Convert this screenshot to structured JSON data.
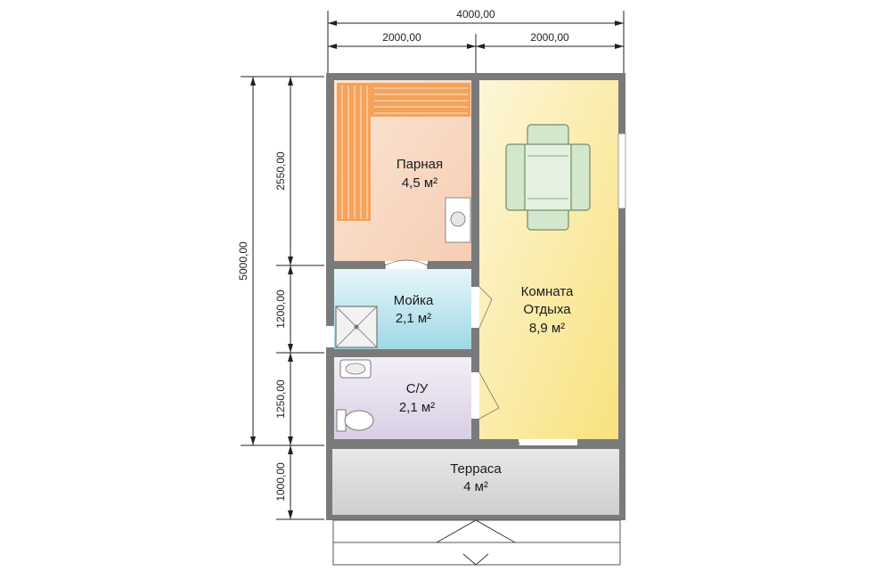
{
  "dimensions": {
    "total_width": "4000,00",
    "left_half_width": "2000,00",
    "right_half_width": "2000,00",
    "total_height": "5000,00",
    "steam_room_height": "2550,00",
    "wash_room_height": "1200,00",
    "bathroom_height": "1250,00",
    "terrace_height": "1000,00"
  },
  "rooms": {
    "steam_room": {
      "name": "Парная",
      "area": "4,5 м²"
    },
    "wash_room": {
      "name": "Мойка",
      "area": "2,1 м²"
    },
    "bathroom": {
      "name": "С/У",
      "area": "2,1 м²"
    },
    "rest_room": {
      "name_line1": "Комната",
      "name_line2": "Отдыха",
      "area": "8,9 м²"
    },
    "terrace": {
      "name": "Терраса",
      "area": "4 м²"
    }
  },
  "colors": {
    "steam_room": "#f9dcc8",
    "steam_bench": "#f5a25a",
    "wash_room": "#bfe6ef",
    "bathroom": "#e4dcec",
    "rest_room": "#fbeeb0",
    "terrace": "#dcdcdc",
    "wall": "#7a7a7a",
    "furniture": "#cde3c7"
  }
}
